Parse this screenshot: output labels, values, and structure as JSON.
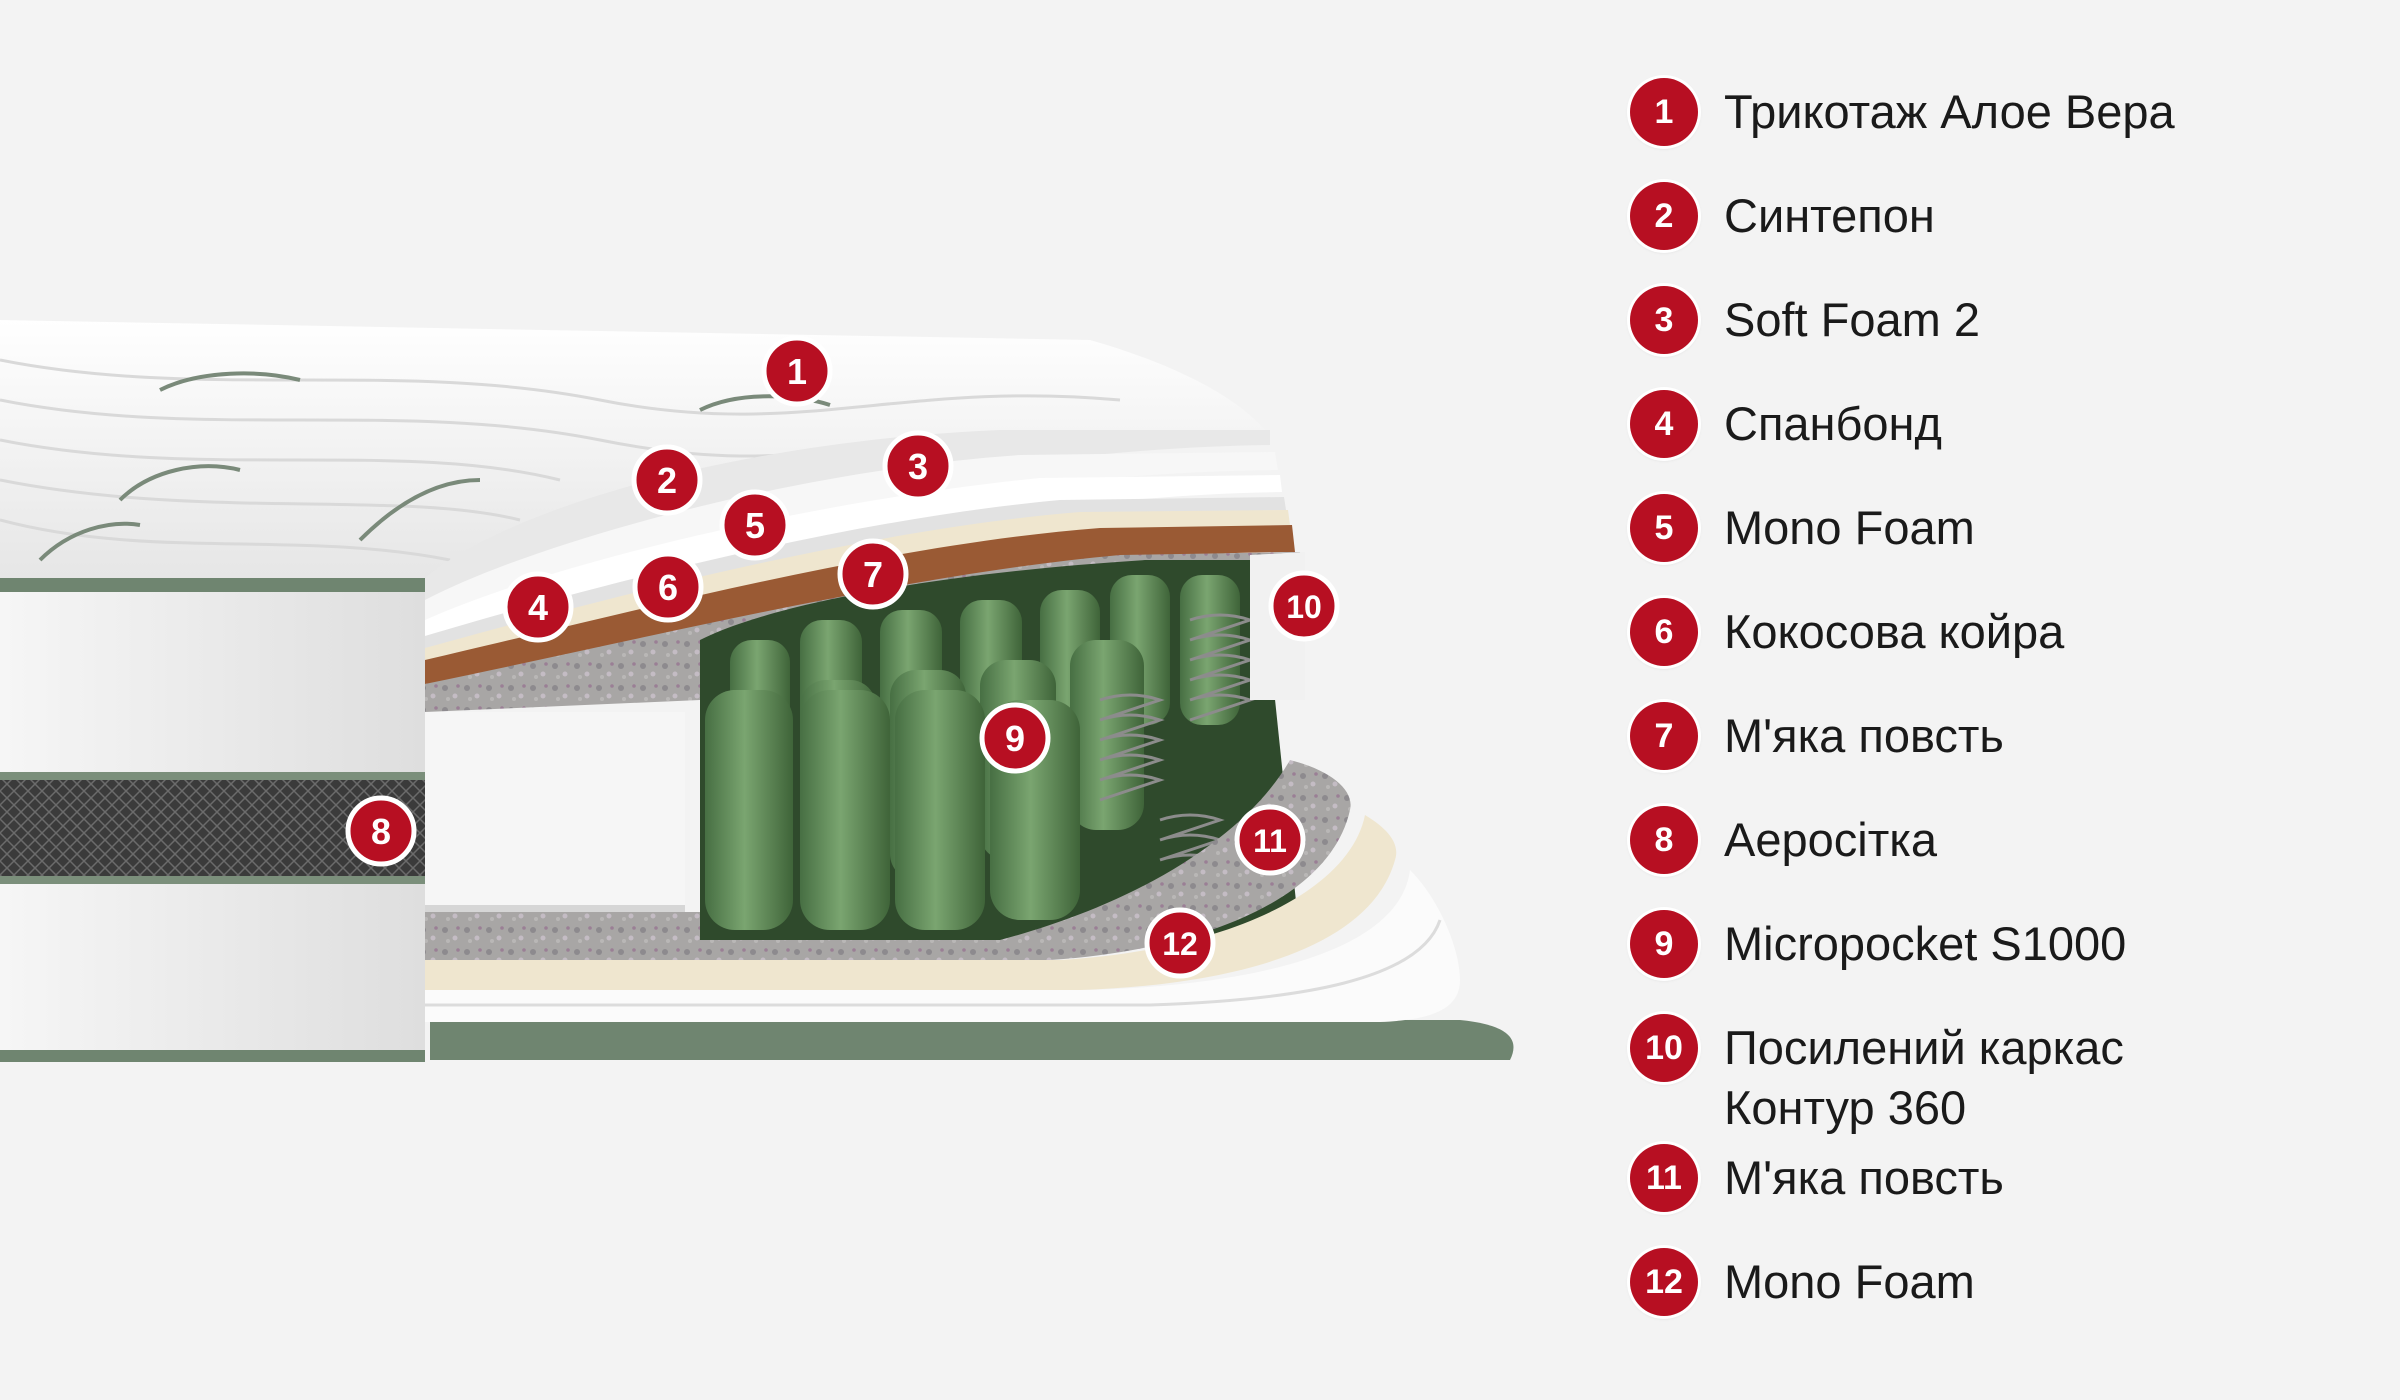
{
  "diagram": {
    "markers": [
      "1",
      "2",
      "3",
      "4",
      "5",
      "6",
      "7",
      "8",
      "9",
      "10",
      "11",
      "12"
    ]
  },
  "legend": [
    {
      "number": "1",
      "label": "Трикотаж Алое Вера"
    },
    {
      "number": "2",
      "label": "Синтепон"
    },
    {
      "number": "3",
      "label": "Soft Foam 2"
    },
    {
      "number": "4",
      "label": "Спанбонд"
    },
    {
      "number": "5",
      "label": "Mono Foam"
    },
    {
      "number": "6",
      "label": "Кокосова койра"
    },
    {
      "number": "7",
      "label": "М'яка повсть"
    },
    {
      "number": "8",
      "label": "Аеросітка"
    },
    {
      "number": "9",
      "label": "Micropocket S1000"
    },
    {
      "number": "10",
      "label": "Посилений каркас Контур 360"
    },
    {
      "number": "11",
      "label": "М'яка повсть"
    },
    {
      "number": "12",
      "label": "Mono Foam"
    }
  ],
  "colors": {
    "badge": "#b70f22",
    "background": "#f3f3f3",
    "piping": "#6f8570",
    "spring": "#5e8a58",
    "coir": "#9a5a34",
    "felt": "#a9a7a6",
    "foam": "#efe6cf"
  }
}
